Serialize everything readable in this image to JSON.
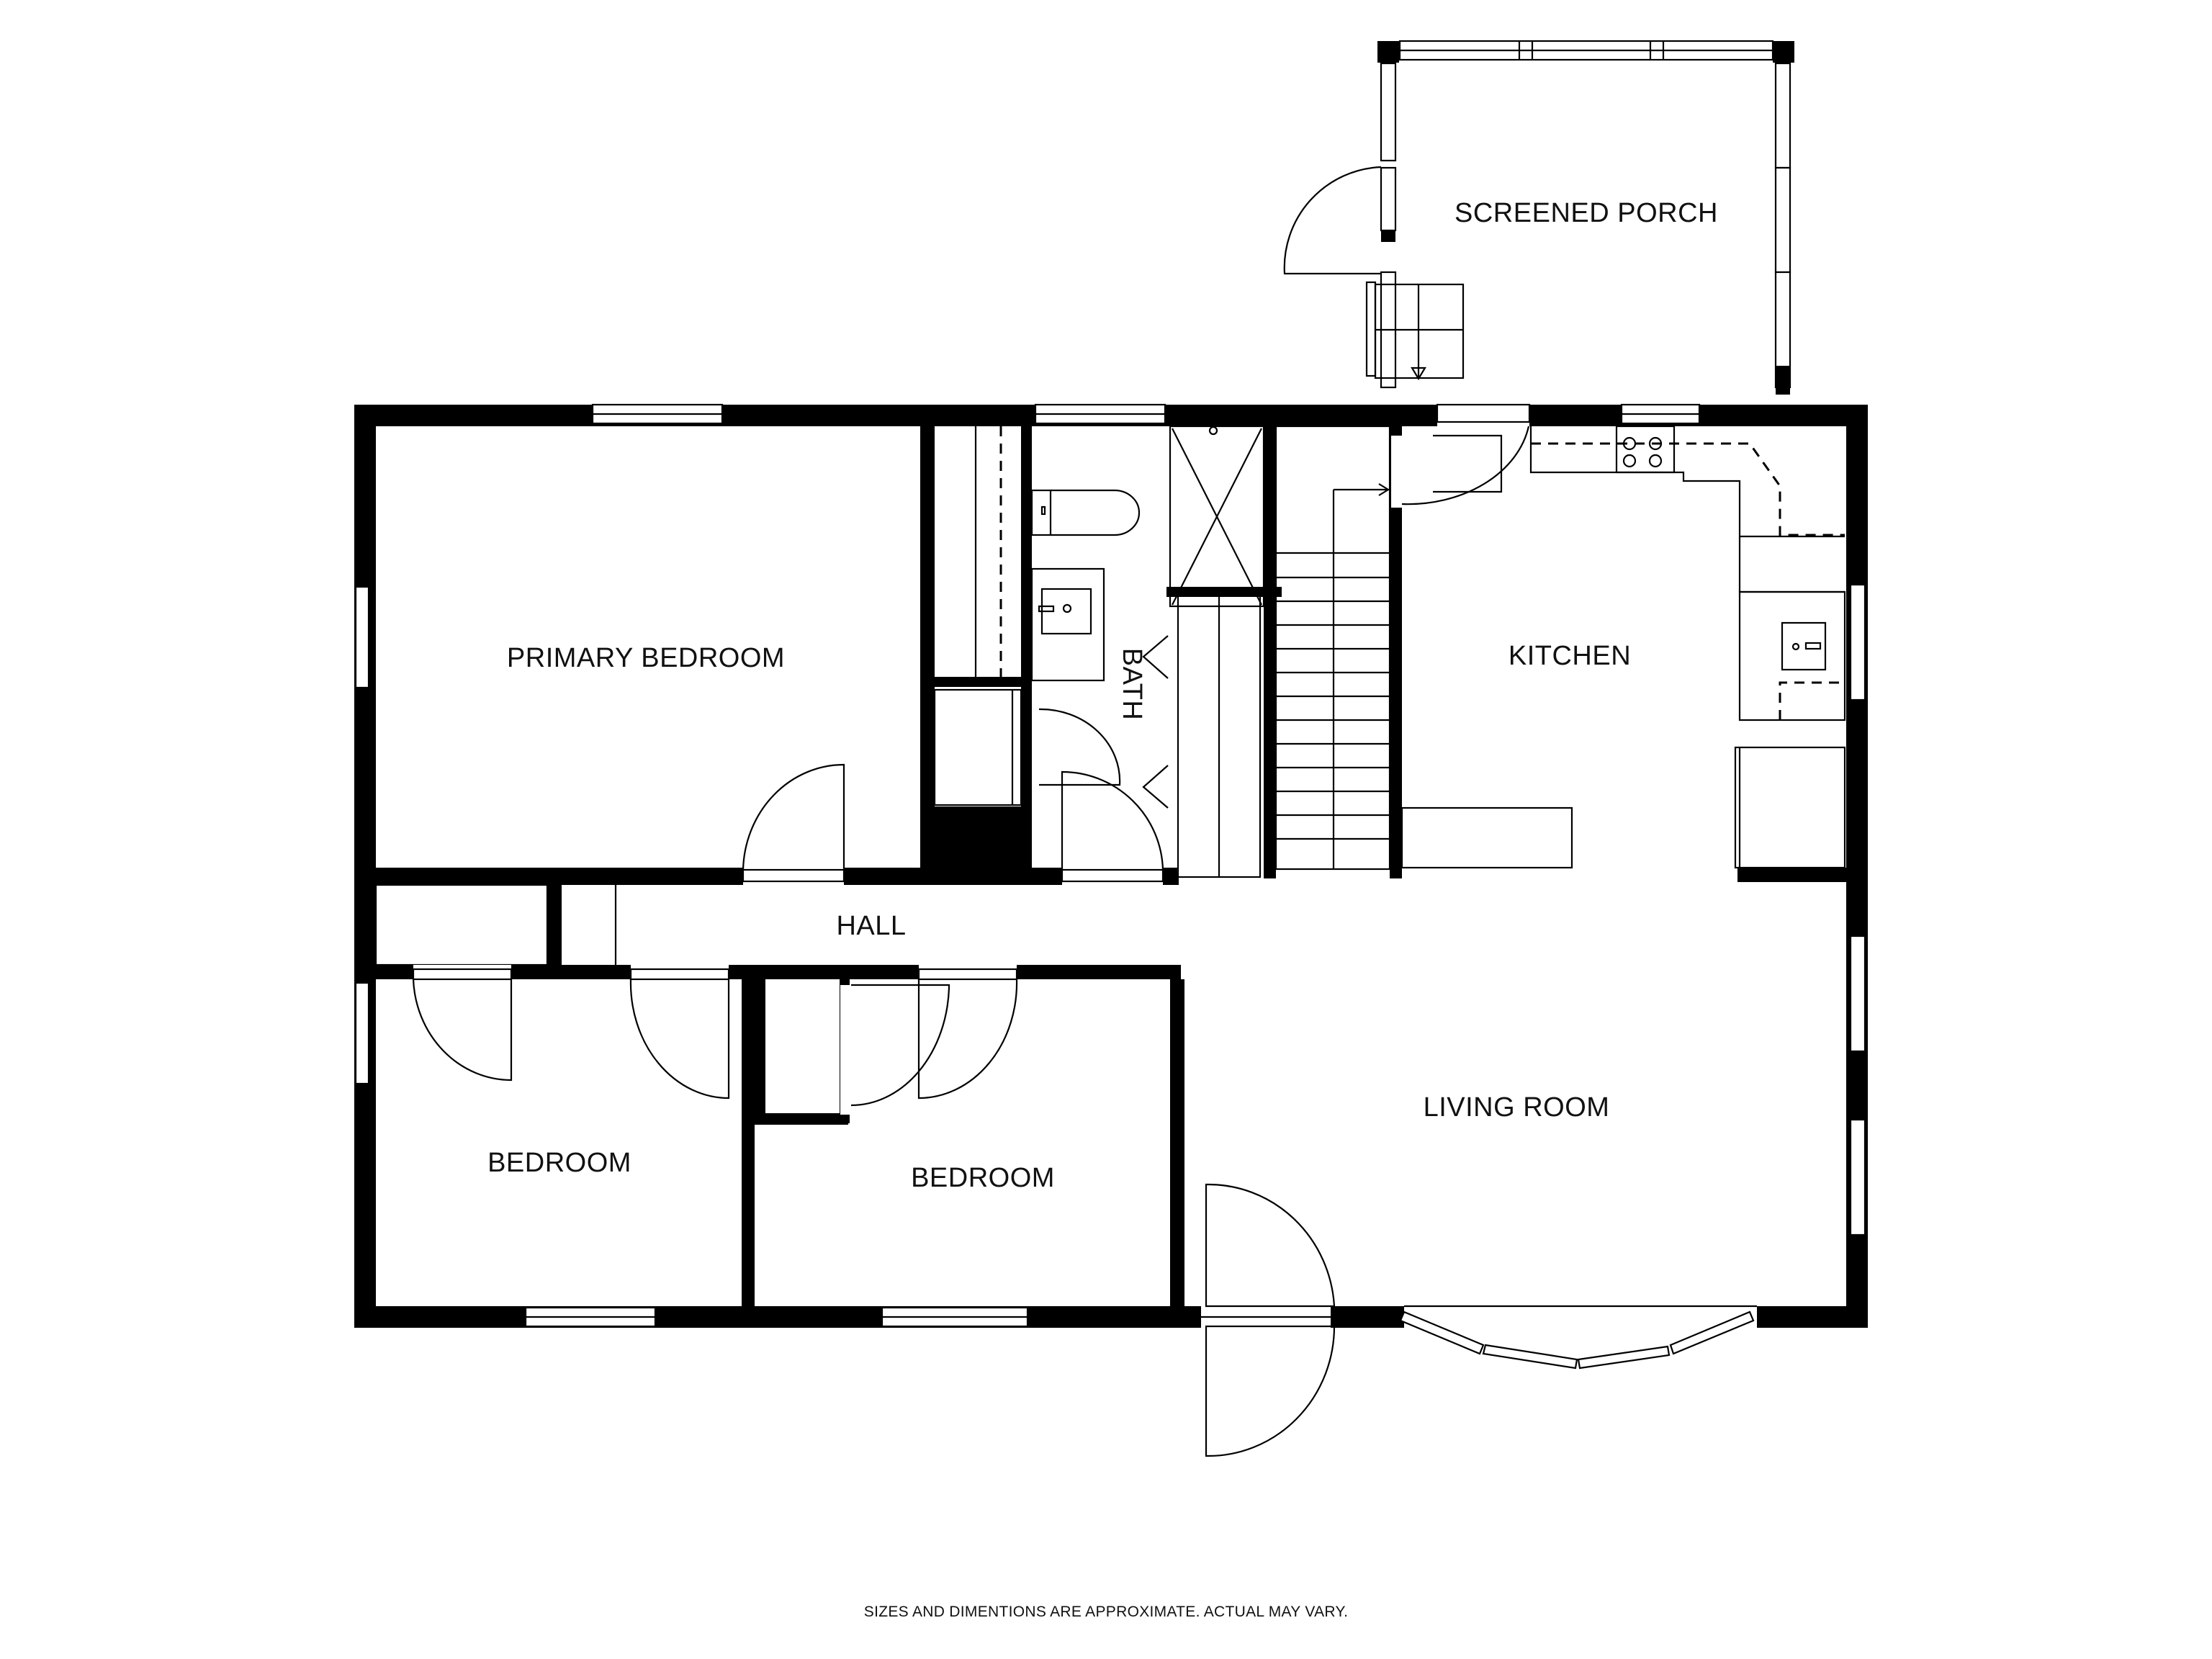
{
  "plan": {
    "type": "floor plan",
    "colors": {
      "wall": "#000000",
      "background": "#ffffff",
      "text": "#111111"
    },
    "rooms": {
      "screened_porch": "SCREENED PORCH",
      "primary_bedroom": "PRIMARY BEDROOM",
      "bath": "BATH",
      "kitchen": "KITCHEN",
      "hall": "HALL",
      "bedroom_1": "BEDROOM",
      "bedroom_2": "BEDROOM",
      "living_room": "LIVING ROOM"
    },
    "footer_note": "SIZES AND DIMENTIONS ARE APPROXIMATE. ACTUAL MAY VARY."
  }
}
